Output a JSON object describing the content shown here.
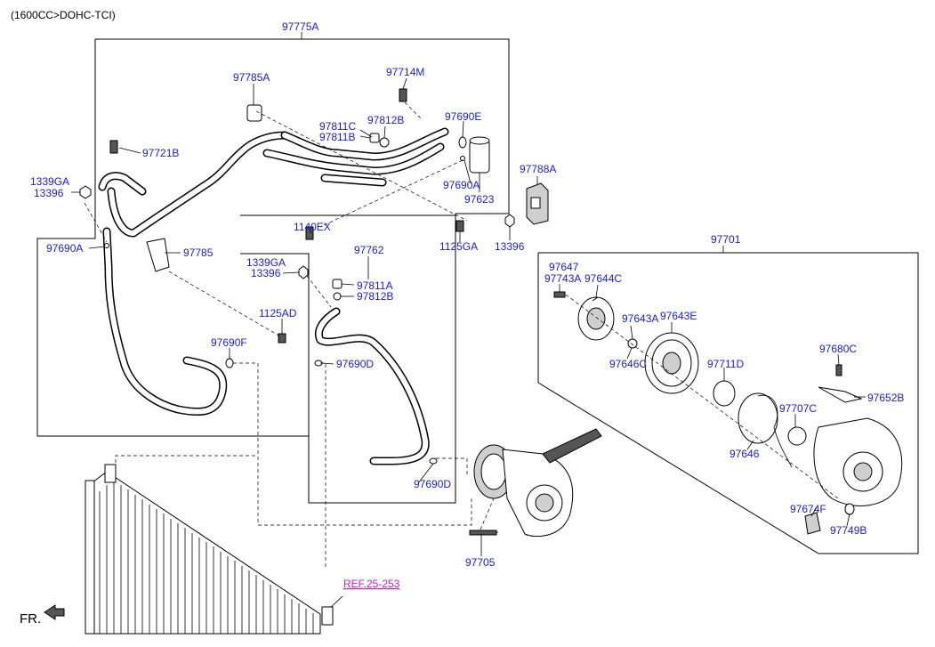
{
  "header": {
    "engine_spec": "(1600CC>DOHC-TCI)"
  },
  "footer": {
    "front_label": "FR.",
    "ref_label": "REF.25-253"
  },
  "labels": {
    "l97775A": "97775A",
    "l97785A": "97785A",
    "l97714M": "97714M",
    "l97811C": "97811C",
    "l97811B": "97811B",
    "l97812B_top": "97812B",
    "l97690E": "97690E",
    "l97721B": "97721B",
    "l1339GA_left": "1339GA",
    "l13396_left": "13396",
    "l97690A_top": "97690A",
    "l97623": "97623",
    "l97788A": "97788A",
    "l1140EX": "1140EX",
    "l1125GA": "1125GA",
    "l13396_mid": "13396",
    "l97690A_left": "97690A",
    "l97785": "97785",
    "l97762": "97762",
    "l1339GA_mid": "1339GA",
    "l13396_mid2": "13396",
    "l97811A": "97811A",
    "l97812B_mid": "97812B",
    "l1125AD": "1125AD",
    "l97690F": "97690F",
    "l97690D_top": "97690D",
    "l97690D_bot": "97690D",
    "l97705": "97705",
    "l97701": "97701",
    "l97647": "97647",
    "l97743A": "97743A",
    "l97644C": "97644C",
    "l97643A": "97643A",
    "l97643E": "97643E",
    "l97646C": "97646C",
    "l97711D": "97711D",
    "l97680C": "97680C",
    "l97652B": "97652B",
    "l97707C": "97707C",
    "l97646": "97646",
    "l97674F": "97674F",
    "l97749B": "97749B"
  },
  "colors": {
    "label": "#1a1ad6",
    "ref": "#d11ad6",
    "line": "#000000"
  }
}
